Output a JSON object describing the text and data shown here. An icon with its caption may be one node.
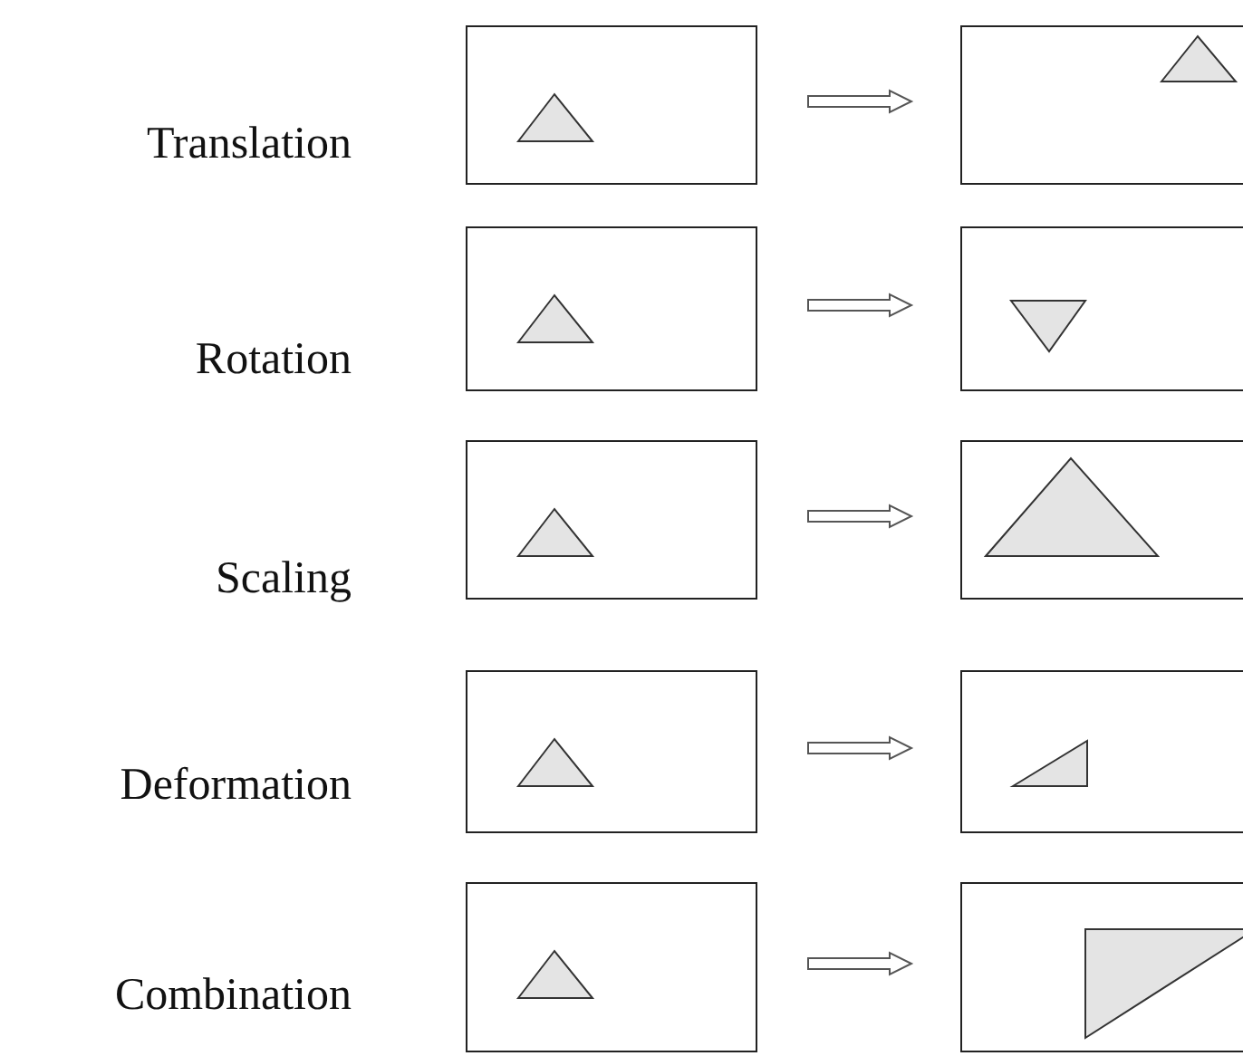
{
  "diagram": {
    "nodes": [
      {
        "text": [],
        "shape": "box"
      },
      {
        "text": [],
        "shape": "box"
      },
      {
        "text": [],
        "shape": "box"
      },
      {
        "text": [],
        "shape": "box"
      },
      {
        "text": [],
        "shape": "box"
      },
      {
        "text": [],
        "shape": "box"
      },
      {
        "text": [],
        "shape": "box"
      },
      {
        "text": [],
        "shape": "box"
      },
      {
        "text": [],
        "shape": "box"
      },
      {
        "text": [],
        "shape": "box"
      }
    ],
    "edges": [
      {
        "from": 0,
        "to": 1,
        "arrow": "to"
      },
      {
        "from": 2,
        "to": 3,
        "arrow": "to"
      },
      {
        "from": 4,
        "to": 5,
        "arrow": "to"
      },
      {
        "from": 6,
        "to": 7,
        "arrow": "to"
      },
      {
        "from": 8,
        "to": 9,
        "arrow": "to"
      }
    ],
    "labels": [
      "Translation",
      "Rotation",
      "Scaling",
      "Deformation",
      "Combination"
    ]
  }
}
